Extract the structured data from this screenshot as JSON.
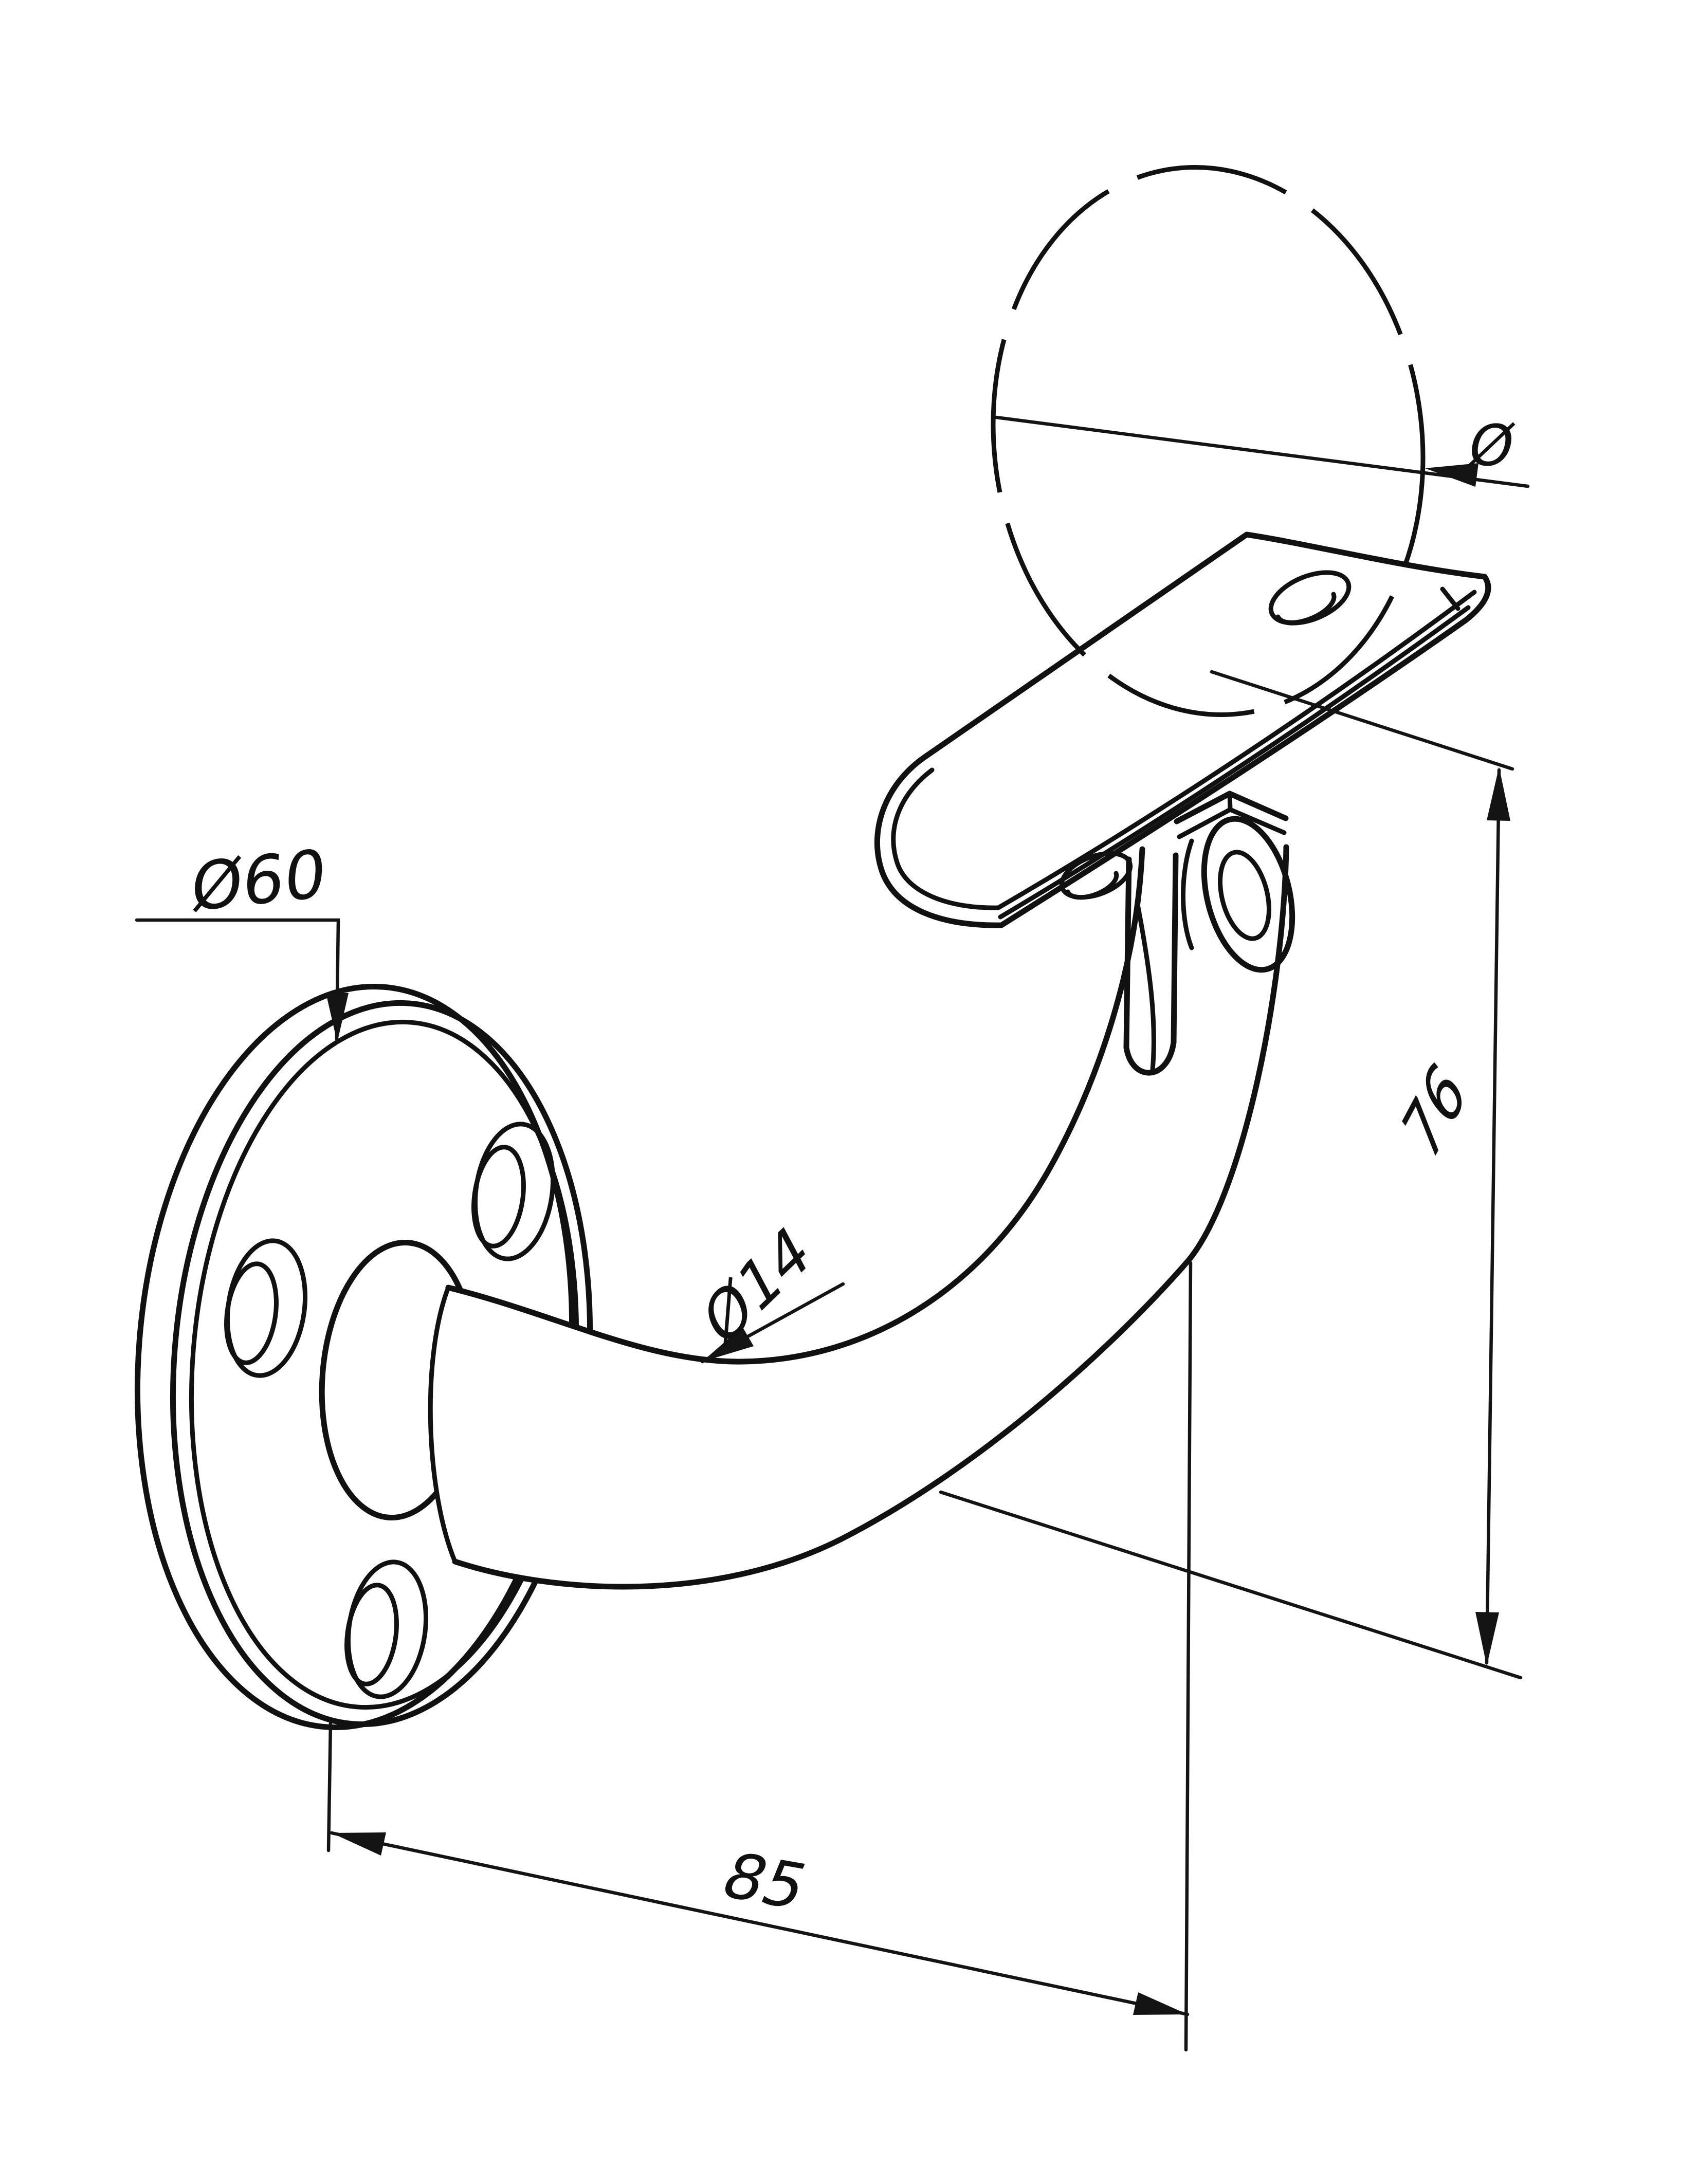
{
  "meta": {
    "type": "technical-drawing",
    "subject": "wall-mounted handrail bracket, isometric line drawing",
    "view": "3D line view with phantom handrail circle"
  },
  "colors": {
    "ink": "#111111",
    "dimension_ink": "#141414",
    "paper": "#ffffff"
  },
  "labels": {
    "flange_diameter": "Ø60",
    "tube_diameter": "Ø14",
    "rail_diameter": "Ø",
    "height": "76",
    "projection": "85"
  }
}
